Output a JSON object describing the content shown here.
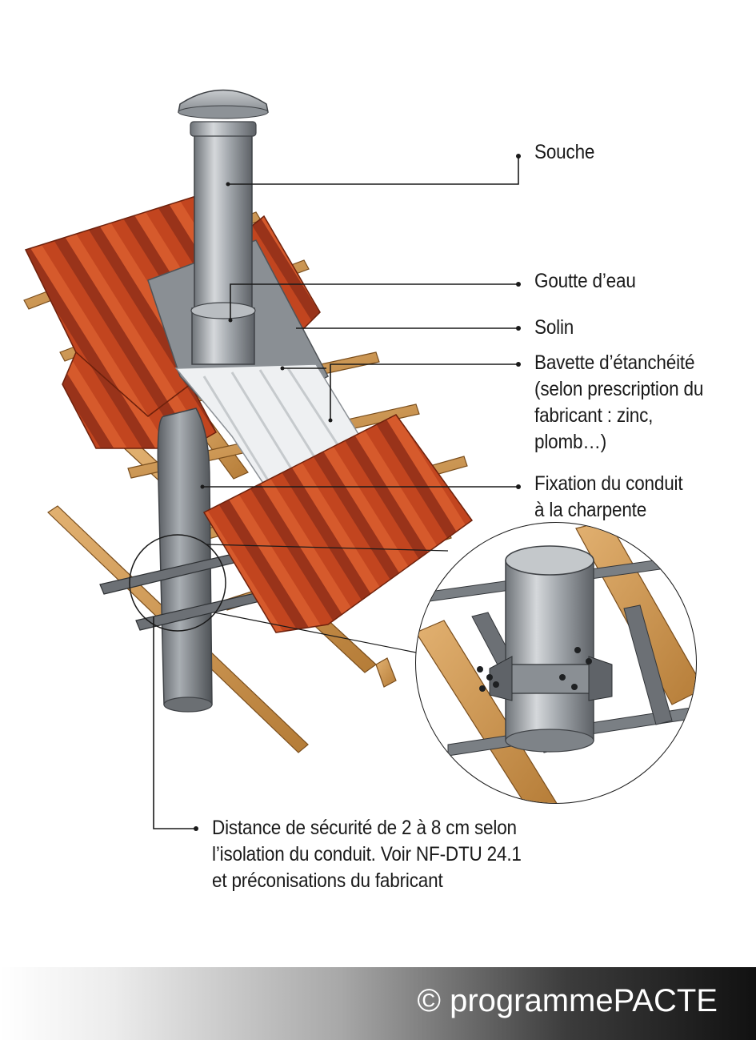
{
  "labels": {
    "souche": "Souche",
    "goutte": "Goutte d’eau",
    "solin": "Solin",
    "bavette": [
      "Bavette d’étanchéité",
      "(selon prescription du",
      "fabricant : zinc,",
      "plomb…)"
    ],
    "fixation": [
      "Fixation du conduit",
      "à la charpente"
    ],
    "distance": [
      "Distance de sécurité de 2 à 8 cm selon",
      "l’isolation du conduit. Voir  NF-DTU 24.1",
      "et préconisations du fabricant"
    ]
  },
  "copyright": "© programmePACTE",
  "colors": {
    "tile": "#c2451f",
    "tile_dark": "#8e2c12",
    "wood": "#d9a560",
    "wood_dark": "#8a5a22",
    "metal": "#a6aaae",
    "flashing": "#8e9398",
    "leader_line": "#1a1a1a"
  }
}
